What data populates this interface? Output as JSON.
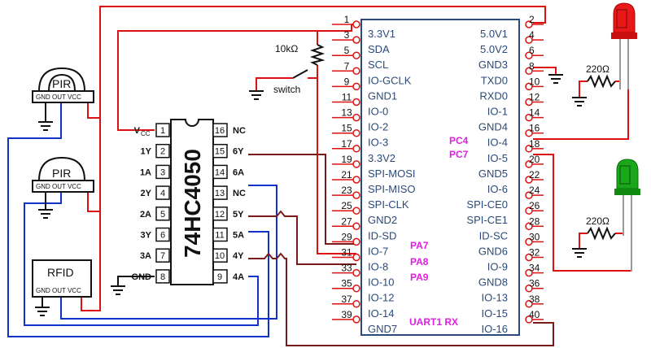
{
  "header": {
    "left": [
      {
        "num": "1",
        "label": "3.3V1"
      },
      {
        "num": "3",
        "label": "SDA"
      },
      {
        "num": "5",
        "label": "SCL"
      },
      {
        "num": "7",
        "label": "IO-GCLK"
      },
      {
        "num": "9",
        "label": "GND1"
      },
      {
        "num": "11",
        "label": "IO-0"
      },
      {
        "num": "13",
        "label": "IO-2"
      },
      {
        "num": "15",
        "label": "IO-3"
      },
      {
        "num": "17",
        "label": "3.3V2"
      },
      {
        "num": "19",
        "label": "SPI-MOSI"
      },
      {
        "num": "21",
        "label": "SPI-MISO"
      },
      {
        "num": "23",
        "label": "SPI-CLK"
      },
      {
        "num": "25",
        "label": "GND2"
      },
      {
        "num": "27",
        "label": "ID-SD"
      },
      {
        "num": "29",
        "label": "IO-7"
      },
      {
        "num": "31",
        "label": "IO-8"
      },
      {
        "num": "33",
        "label": "IO-10"
      },
      {
        "num": "35",
        "label": "IO-12"
      },
      {
        "num": "37",
        "label": "IO-14"
      },
      {
        "num": "39",
        "label": "GND7"
      }
    ],
    "right": [
      {
        "num": "2",
        "label": "5.0V1"
      },
      {
        "num": "4",
        "label": "5.0V2"
      },
      {
        "num": "6",
        "label": "GND3"
      },
      {
        "num": "8",
        "label": "TXD0"
      },
      {
        "num": "10",
        "label": "RXD0"
      },
      {
        "num": "12",
        "label": "IO-1"
      },
      {
        "num": "14",
        "label": "GND4"
      },
      {
        "num": "16",
        "label": "IO-4"
      },
      {
        "num": "18",
        "label": "IO-5"
      },
      {
        "num": "20",
        "label": "GND5"
      },
      {
        "num": "22",
        "label": "IO-6"
      },
      {
        "num": "24",
        "label": "SPI-CE0"
      },
      {
        "num": "26",
        "label": "SPI-CE1"
      },
      {
        "num": "28",
        "label": "ID-SC"
      },
      {
        "num": "30",
        "label": "GND6"
      },
      {
        "num": "32",
        "label": "IO-9"
      },
      {
        "num": "34",
        "label": "GND8"
      },
      {
        "num": "36",
        "label": "IO-13"
      },
      {
        "num": "38",
        "label": "IO-15"
      },
      {
        "num": "40",
        "label": "IO-16"
      }
    ],
    "extra_right_numbers": [
      "36",
      "38",
      "40"
    ],
    "pa_labels": [
      "PA7",
      "PA8",
      "PA9"
    ],
    "pc_labels": [
      "PC4",
      "PC7"
    ],
    "uart_label": "UART1 RX"
  },
  "chip": {
    "name": "74HC4050",
    "left_pins": [
      {
        "num": "1",
        "label": "V",
        "sub": "CC"
      },
      {
        "num": "2",
        "label": "1Y"
      },
      {
        "num": "3",
        "label": "1A"
      },
      {
        "num": "4",
        "label": "2Y"
      },
      {
        "num": "5",
        "label": "2A"
      },
      {
        "num": "6",
        "label": "3Y"
      },
      {
        "num": "7",
        "label": "3A"
      },
      {
        "num": "8",
        "label": "GND"
      }
    ],
    "right_pins": [
      {
        "num": "16",
        "label": "NC"
      },
      {
        "num": "15",
        "label": "6Y"
      },
      {
        "num": "14",
        "label": "6A"
      },
      {
        "num": "13",
        "label": "NC"
      },
      {
        "num": "12",
        "label": "5Y"
      },
      {
        "num": "11",
        "label": "5A"
      },
      {
        "num": "10",
        "label": "4Y"
      },
      {
        "num": "9",
        "label": "4A"
      }
    ]
  },
  "resistor_top": "10kΩ",
  "switch_label": "switch",
  "led_resistor_1": "220Ω",
  "led_resistor_2": "220Ω",
  "pir1": {
    "title": "PIR",
    "pins": "GND OUT VCC"
  },
  "pir2": {
    "title": "PIR",
    "pins": "GND OUT VCC"
  },
  "rfid": {
    "title": "RFID",
    "pins": "GND OUT VCC"
  },
  "colors": {
    "red": "#dd1111",
    "blue": "#1133cc",
    "dark": "#7a1a1a",
    "label": "#2b4a7a",
    "magenta": "#e020e0",
    "led_red": "#e81818",
    "led_green": "#1aa81a"
  }
}
